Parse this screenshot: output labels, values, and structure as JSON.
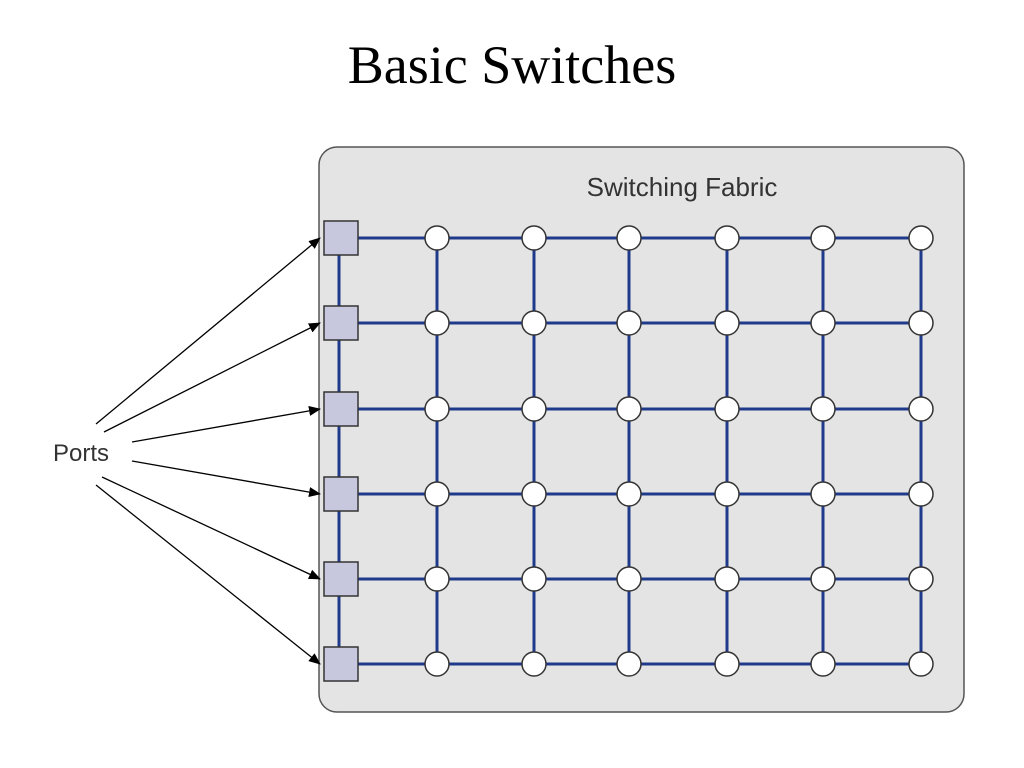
{
  "slide": {
    "title": "Basic Switches"
  },
  "diagram": {
    "fabric_label": "Switching Fabric",
    "ports_label": "Ports",
    "port_count": 6,
    "crosspoint_columns": 6,
    "colors": {
      "fabric_fill": "#e4e4e4",
      "fabric_border": "#555555",
      "grid_line": "#1f3a8a",
      "port_fill": "#c7c7dd",
      "port_border": "#333333",
      "node_fill": "#ffffff",
      "node_border": "#333333",
      "arrow": "#000000"
    }
  }
}
